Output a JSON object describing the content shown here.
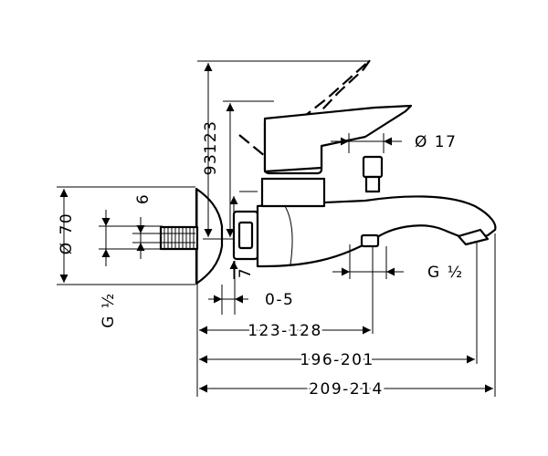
{
  "dimensions": {
    "height_lever": "123",
    "height_body": "93",
    "diameter_handle": "Ø 17",
    "diameter_flange": "Ø 70",
    "thread_offset": "6",
    "thread_inlet": "G ½",
    "thread_outlet": "G ½",
    "gap": "7",
    "wall_adjust": "0-5",
    "length_outlet": "123-128",
    "length_spout": "196-201",
    "length_total": "209-214"
  }
}
